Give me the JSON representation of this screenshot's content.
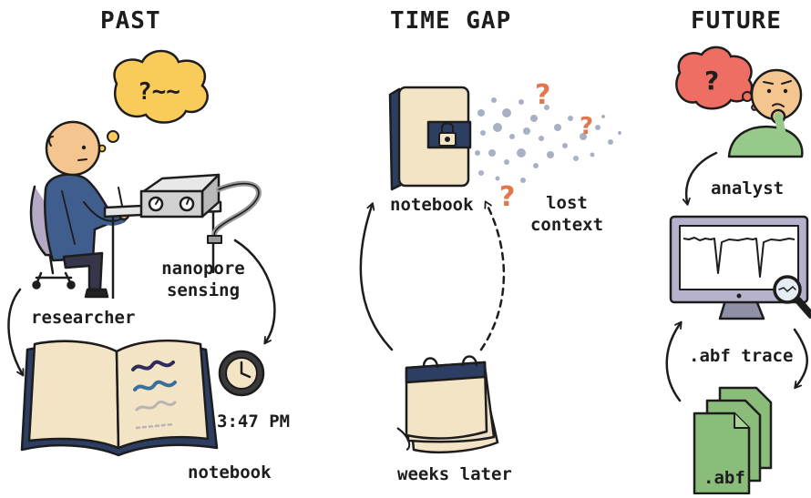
{
  "headers": {
    "past": "PAST",
    "gap": "TIME GAP",
    "future": "FUTURE"
  },
  "past": {
    "researcher": "researcher",
    "device_line1": "nanopore",
    "device_line2": "sensing",
    "time": "3:47 PM",
    "notebook": "notebook"
  },
  "gap": {
    "notebook": "notebook",
    "lost_line1": "lost",
    "lost_line2": "context",
    "weeks": "weeks later"
  },
  "future": {
    "analyst": "analyst",
    "trace": ".abf trace",
    "file": ".abf"
  },
  "colors": {
    "ink": "#1d1d1d",
    "skin": "#f4c58f",
    "coat": "#3f5e8d",
    "thought_yellow": "#f9cb5a",
    "thought_red": "#ee6e64",
    "question_orange": "#e0774f",
    "paper": "#f4e4c6",
    "notebook_cover": "#2d3e63",
    "file_green": "#8bbd7a",
    "shirt_green": "#97c98a",
    "monitor_frame": "#b6b2cc",
    "device_grey": "#d1d1d1",
    "dots": "#a8b0c6"
  },
  "icons": [
    "researcher-figure",
    "thought-cloud",
    "nanopore-device",
    "clock-icon",
    "open-notebook",
    "closed-notebook",
    "lock-icon",
    "question-mark",
    "calendar-icon",
    "analyst-figure",
    "monitor",
    "magnifier-icon",
    "abf-file-icon"
  ]
}
